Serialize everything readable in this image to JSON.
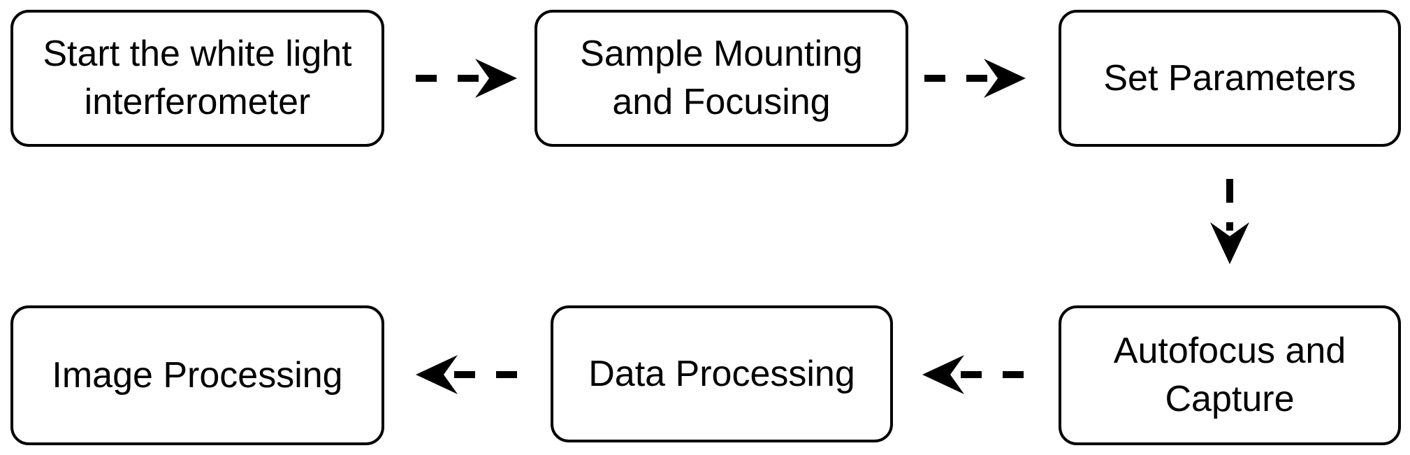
{
  "diagram": {
    "nodes": [
      {
        "id": "n1",
        "label": "Start the white light\ninterferometer"
      },
      {
        "id": "n2",
        "label": "Sample Mounting\nand Focusing"
      },
      {
        "id": "n3",
        "label": "Set Parameters"
      },
      {
        "id": "n4",
        "label": "Autofocus and\nCapture"
      },
      {
        "id": "n5",
        "label": "Data Processing"
      },
      {
        "id": "n6",
        "label": "Image Processing"
      }
    ],
    "edges": [
      {
        "from": "n1",
        "to": "n2",
        "style": "dashed"
      },
      {
        "from": "n2",
        "to": "n3",
        "style": "dashed"
      },
      {
        "from": "n3",
        "to": "n4",
        "style": "dashed"
      },
      {
        "from": "n4",
        "to": "n5",
        "style": "dashed"
      },
      {
        "from": "n5",
        "to": "n6",
        "style": "dashed"
      }
    ],
    "colors": {
      "stroke": "#000000",
      "fill": "#ffffff",
      "text": "#000000"
    }
  }
}
